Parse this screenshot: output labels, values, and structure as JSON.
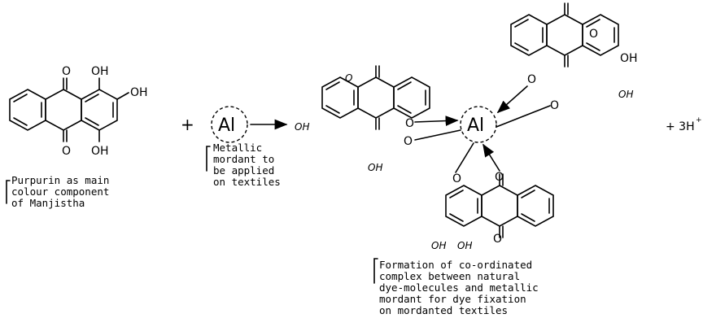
{
  "labels": {
    "o": "O",
    "oh": "OH",
    "al": "Al",
    "plus": "+",
    "protons": "+ 3H",
    "protons_sup": "+"
  },
  "captions": {
    "purpurin": [
      "Purpurin as main",
      "colour component",
      "of Manjistha"
    ],
    "mordant": [
      "Metallic",
      "mordant to",
      "be applied",
      "on textiles"
    ],
    "complex": [
      "Formation of co-ordinated",
      "complex between natural",
      "dye-molecules and metallic",
      "mordant for dye fixation",
      "on mordanted textiles"
    ]
  }
}
